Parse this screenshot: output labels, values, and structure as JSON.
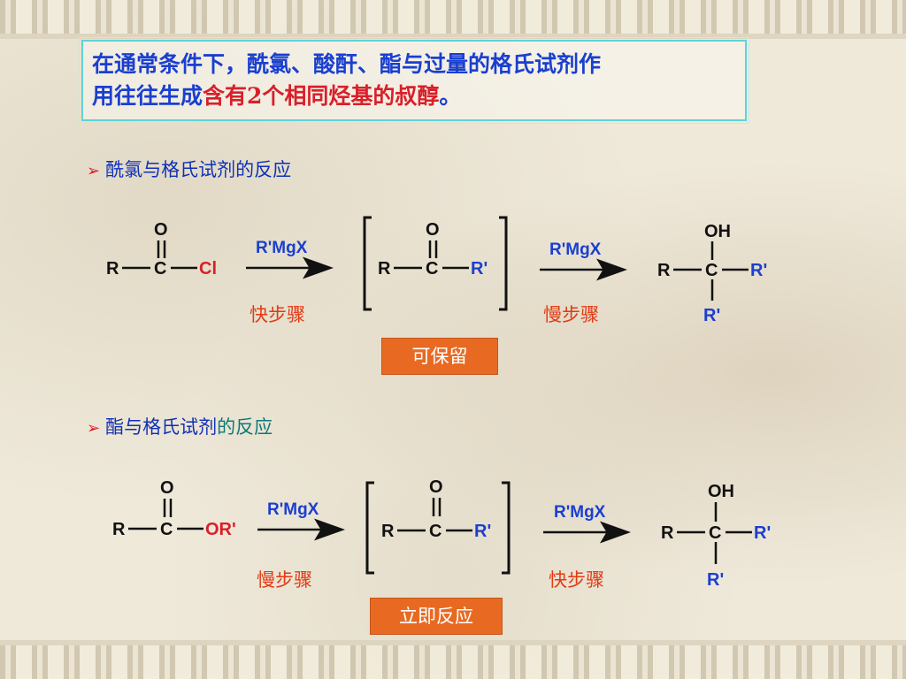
{
  "note": {
    "line1": "在通常条件下，酰氯、酸酐、酯与过量的格氏试剂作",
    "line2_blue": "用往往生成",
    "line2_red": "含有2个相同烃基的叔醇",
    "line2_end": "。"
  },
  "section1": {
    "bullet": "➢",
    "title": "酰氯与格氏试剂的反应",
    "reagent1": "R'MgX",
    "reagent2": "R'MgX",
    "step1": "快步骤",
    "step2": "慢步骤",
    "tag": "可保留",
    "start": {
      "O": "O",
      "R": "R",
      "C": "C",
      "leaving": "Cl"
    },
    "mid": {
      "O": "O",
      "R": "R",
      "C": "C",
      "sub": "R'"
    },
    "end": {
      "OH": "OH",
      "R": "R",
      "C": "C",
      "sub1": "R'",
      "sub2": "R'"
    }
  },
  "section2": {
    "bullet": "➢",
    "title_blue": "酯与格氏试剂",
    "title_teal": "的反应",
    "reagent1": "R'MgX",
    "reagent2": "R'MgX",
    "step1": "慢步骤",
    "step2": "快步骤",
    "tag": "立即反应",
    "start": {
      "O": "O",
      "R": "R",
      "C": "C",
      "leaving": "OR'"
    },
    "mid": {
      "O": "O",
      "R": "R",
      "C": "C",
      "sub": "R'"
    },
    "end": {
      "OH": "OH",
      "R": "R",
      "C": "C",
      "sub1": "R'",
      "sub2": "R'"
    }
  },
  "colors": {
    "blue": "#1a3fd0",
    "red": "#d8202a",
    "orange": "#e86a22",
    "teal_border": "#5fd2d8"
  }
}
